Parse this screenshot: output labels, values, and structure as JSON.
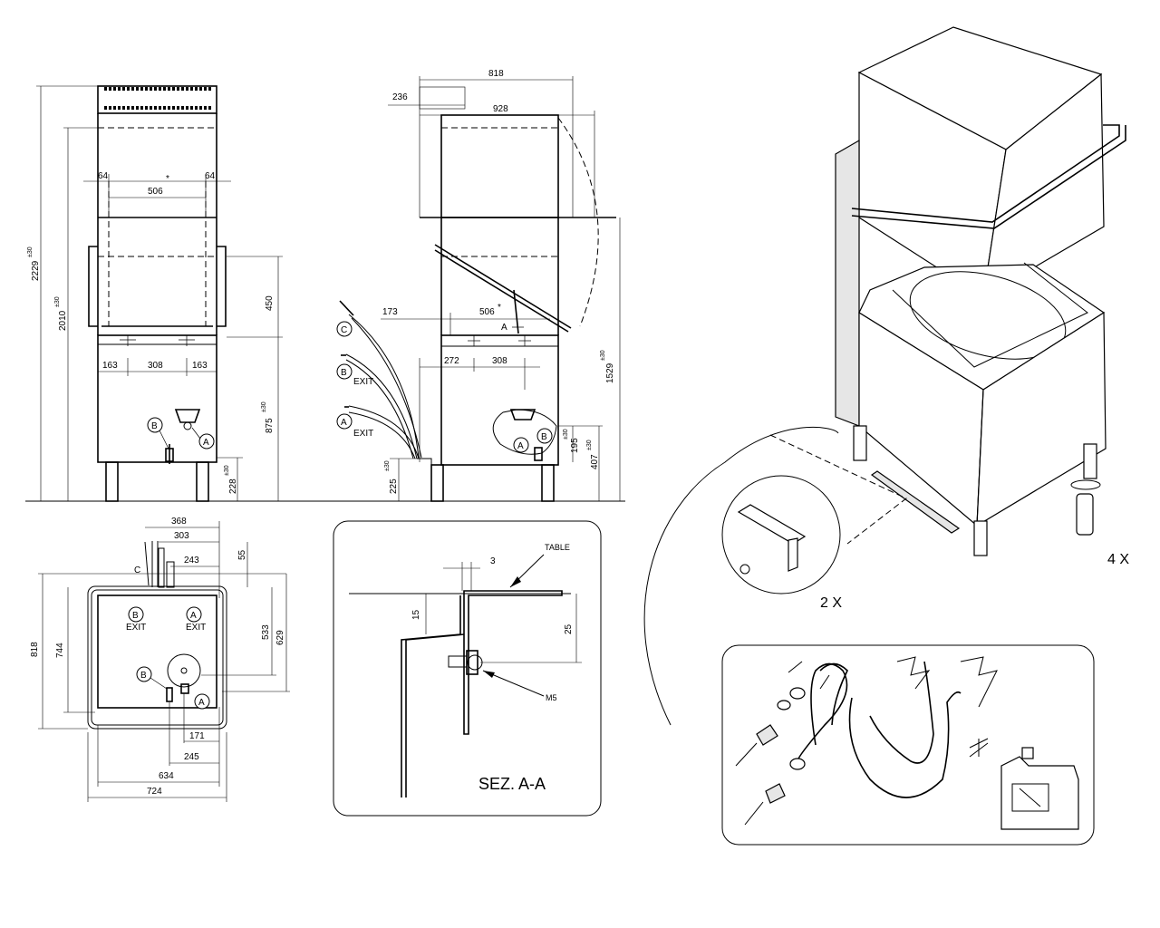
{
  "front": {
    "h_total": "2229",
    "h_total_tol": "±30",
    "h_open": "2010",
    "h_open_tol": "±30",
    "w_side_l": "64",
    "w_side_r": "64",
    "w_inner": "506",
    "star": "*",
    "h_handle": "450",
    "h_work": "875",
    "h_work_tol": "±30",
    "w_163_l": "163",
    "w_308": "308",
    "w_163_r": "163",
    "h_legs": "228",
    "h_legs_tol": "±30",
    "lbl_a": "A",
    "lbl_b": "B"
  },
  "side": {
    "w_818": "818",
    "w_236": "236",
    "w_928": "928",
    "w_173": "173",
    "w_506": "506",
    "star": "*",
    "lbl_sec": "A",
    "w_272": "272",
    "w_308": "308",
    "h_1529": "1529",
    "h_1529_tol": "±30",
    "h_195": "195",
    "h_195_tol": "±30",
    "h_407": "407",
    "h_407_tol": "±30",
    "h_225": "225",
    "h_225_tol": "±30",
    "lbl_c": "C",
    "lbl_b": "B",
    "lbl_a": "A",
    "exit": "EXIT"
  },
  "plan": {
    "w_368": "368",
    "w_303": "303",
    "w_243": "243",
    "h_55": "55",
    "h_818": "818",
    "h_744": "744",
    "h_533": "533",
    "h_629": "629",
    "w_171": "171",
    "w_245": "245",
    "w_634": "634",
    "w_724": "724",
    "lbl_c": "C",
    "lbl_b": "B",
    "lbl_a": "A",
    "exit": "EXIT"
  },
  "section": {
    "table": "TABLE",
    "d3": "3",
    "d15": "15",
    "d25": "25",
    "m5": "M5",
    "title": "SEZ. A-A"
  },
  "install": {
    "qty_4": "4 X",
    "qty_2": "2 X"
  }
}
